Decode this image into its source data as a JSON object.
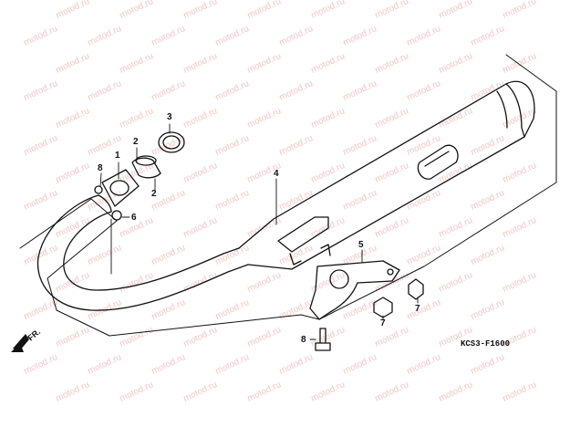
{
  "watermark": {
    "text": "motod.ru",
    "color": "#f0c8c8"
  },
  "diagram_code": "KCS3-F1600",
  "direction_label": "FR.",
  "callouts": [
    {
      "id": "1",
      "label": "1"
    },
    {
      "id": "2a",
      "label": "2"
    },
    {
      "id": "2b",
      "label": "2"
    },
    {
      "id": "3",
      "label": "3"
    },
    {
      "id": "4",
      "label": "4"
    },
    {
      "id": "5",
      "label": "5"
    },
    {
      "id": "6",
      "label": "6"
    },
    {
      "id": "7a",
      "label": "7"
    },
    {
      "id": "7b",
      "label": "7"
    },
    {
      "id": "8a",
      "label": "8"
    },
    {
      "id": "8b",
      "label": "8"
    }
  ]
}
